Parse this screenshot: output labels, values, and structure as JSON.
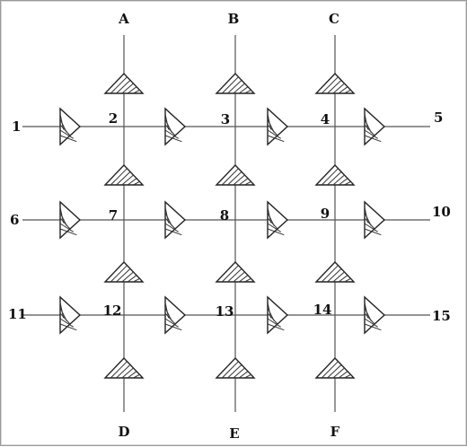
{
  "diagram": {
    "column_labels_top": [
      "A",
      "B",
      "C"
    ],
    "column_labels_bottom": [
      "D",
      "E",
      "F"
    ],
    "rows": [
      {
        "left": "1",
        "junctions": [
          "2",
          "3",
          "4"
        ],
        "right": "5"
      },
      {
        "left": "6",
        "junctions": [
          "7",
          "8",
          "9"
        ],
        "right": "10"
      },
      {
        "left": "11",
        "junctions": [
          "12",
          "13",
          "14"
        ],
        "right": "15"
      }
    ],
    "colors": {
      "line": "#555555",
      "symbol": "#222222",
      "text": "#111111"
    }
  }
}
